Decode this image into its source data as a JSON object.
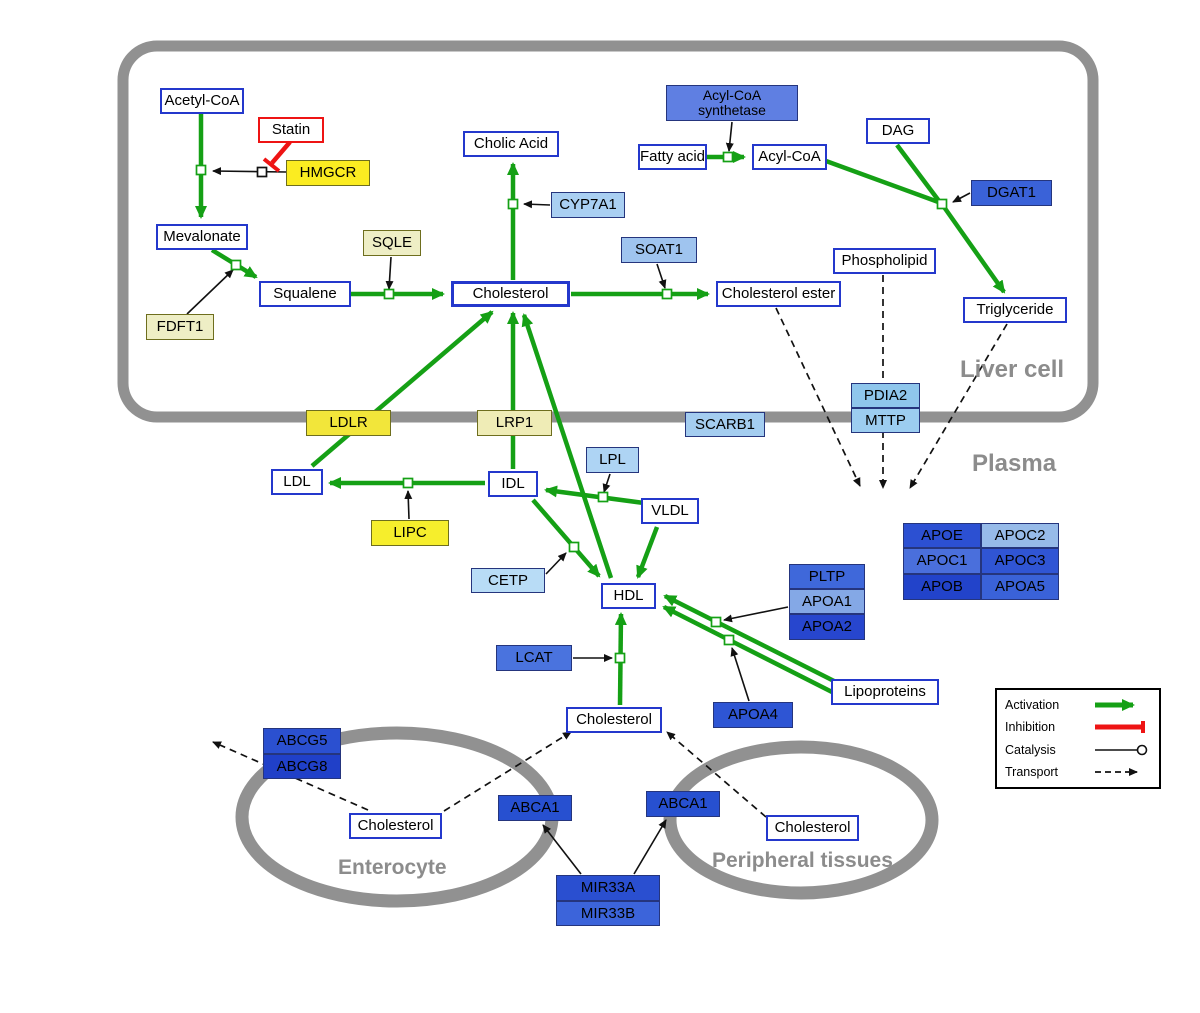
{
  "diagram": {
    "compartments": {
      "liver": "Liver cell",
      "plasma": "Plasma",
      "enterocyte": "Enterocyte",
      "peripheral": "Peripheral tissues"
    },
    "legend": {
      "activation": "Activation",
      "inhibition": "Inhibition",
      "catalysis": "Catalysis",
      "transport": "Transport"
    },
    "colors": {
      "activation_green": "#15a015",
      "inhibition_red": "#ee1414",
      "membrane_gray": "#919191",
      "metabolite_border_blue": "#2438cc"
    },
    "nodes": {
      "acetyl_coa": {
        "label": "Acetyl-CoA",
        "fill": "#ffffff"
      },
      "statin": {
        "label": "Statin",
        "fill": "#ffffff"
      },
      "hmgcr": {
        "label": "HMGCR",
        "fill": "#fbec21"
      },
      "mevalonate": {
        "label": "Mevalonate",
        "fill": "#ffffff"
      },
      "sqle": {
        "label": "SQLE",
        "fill": "#eeeec5"
      },
      "fdft1": {
        "label": "FDFT1",
        "fill": "#eeeec5"
      },
      "squalene": {
        "label": "Squalene",
        "fill": "#ffffff"
      },
      "cholesterol_liver": {
        "label": "Cholesterol",
        "fill": "#ffffff"
      },
      "cholic_acid": {
        "label": "Cholic Acid",
        "fill": "#ffffff"
      },
      "cyp7a1": {
        "label": "CYP7A1",
        "fill": "#a9cff2"
      },
      "soat1": {
        "label": "SOAT1",
        "fill": "#9fc4ef"
      },
      "cholesterol_ester": {
        "label": "Cholesterol ester",
        "fill": "#ffffff"
      },
      "acyl_coa_synthetase": {
        "label": "Acyl-CoA synthetase",
        "fill": "#5f7fe2"
      },
      "fatty_acid": {
        "label": "Fatty acid",
        "fill": "#ffffff"
      },
      "acyl_coa": {
        "label": "Acyl-CoA",
        "fill": "#ffffff"
      },
      "dag": {
        "label": "DAG",
        "fill": "#ffffff"
      },
      "dgat1": {
        "label": "DGAT1",
        "fill": "#3a62d8"
      },
      "phospholipid": {
        "label": "Phospholipid",
        "fill": "#ffffff"
      },
      "triglyceride": {
        "label": "Triglyceride",
        "fill": "#ffffff"
      },
      "ldlr": {
        "label": "LDLR",
        "fill": "#f2e63a"
      },
      "lrp1": {
        "label": "LRP1",
        "fill": "#efecb6"
      },
      "scarb1": {
        "label": "SCARB1",
        "fill": "#a4cdf0"
      },
      "pdia2": {
        "label": "PDIA2",
        "fill": "#8fc6ec"
      },
      "mttp": {
        "label": "MTTP",
        "fill": "#9ccdf0"
      },
      "ldl": {
        "label": "LDL",
        "fill": "#ffffff"
      },
      "idl": {
        "label": "IDL",
        "fill": "#ffffff"
      },
      "lpl": {
        "label": "LPL",
        "fill": "#aed4f4"
      },
      "vldl": {
        "label": "VLDL",
        "fill": "#ffffff"
      },
      "lipc": {
        "label": "LIPC",
        "fill": "#f6ee2c"
      },
      "cetp": {
        "label": "CETP",
        "fill": "#b8dcf6"
      },
      "hdl": {
        "label": "HDL",
        "fill": "#ffffff"
      },
      "pltp": {
        "label": "PLTP",
        "fill": "#3f68da"
      },
      "apoa1": {
        "label": "APOA1",
        "fill": "#84a8e6"
      },
      "apoa2": {
        "label": "APOA2",
        "fill": "#2746ce"
      },
      "apoe": {
        "label": "APOE",
        "fill": "#2c50d2"
      },
      "apoc2": {
        "label": "APOC2",
        "fill": "#97bbe9"
      },
      "apoc1": {
        "label": "APOC1",
        "fill": "#4a6fdc"
      },
      "apoc3": {
        "label": "APOC3",
        "fill": "#3055d4"
      },
      "apob": {
        "label": "APOB",
        "fill": "#2243ca"
      },
      "apoa5": {
        "label": "APOA5",
        "fill": "#3a62d8"
      },
      "lcat": {
        "label": "LCAT",
        "fill": "#4a73de"
      },
      "apoa4": {
        "label": "APOA4",
        "fill": "#2e55d4"
      },
      "lipoproteins": {
        "label": "Lipoproteins",
        "fill": "#ffffff"
      },
      "cholesterol_plasma": {
        "label": "Cholesterol",
        "fill": "#ffffff"
      },
      "abcg5": {
        "label": "ABCG5",
        "fill": "#2b50d0"
      },
      "abcg8": {
        "label": "ABCG8",
        "fill": "#2040c8"
      },
      "cholesterol_enterocyte": {
        "label": "Cholesterol",
        "fill": "#ffffff"
      },
      "abca1_enterocyte": {
        "label": "ABCA1",
        "fill": "#2750d0"
      },
      "abca1_peripheral": {
        "label": "ABCA1",
        "fill": "#2750d0"
      },
      "cholesterol_peripheral": {
        "label": "Cholesterol",
        "fill": "#ffffff"
      },
      "mir33a": {
        "label": "MIR33A",
        "fill": "#2a4fd0"
      },
      "mir33b": {
        "label": "MIR33B",
        "fill": "#3c64da"
      }
    }
  }
}
